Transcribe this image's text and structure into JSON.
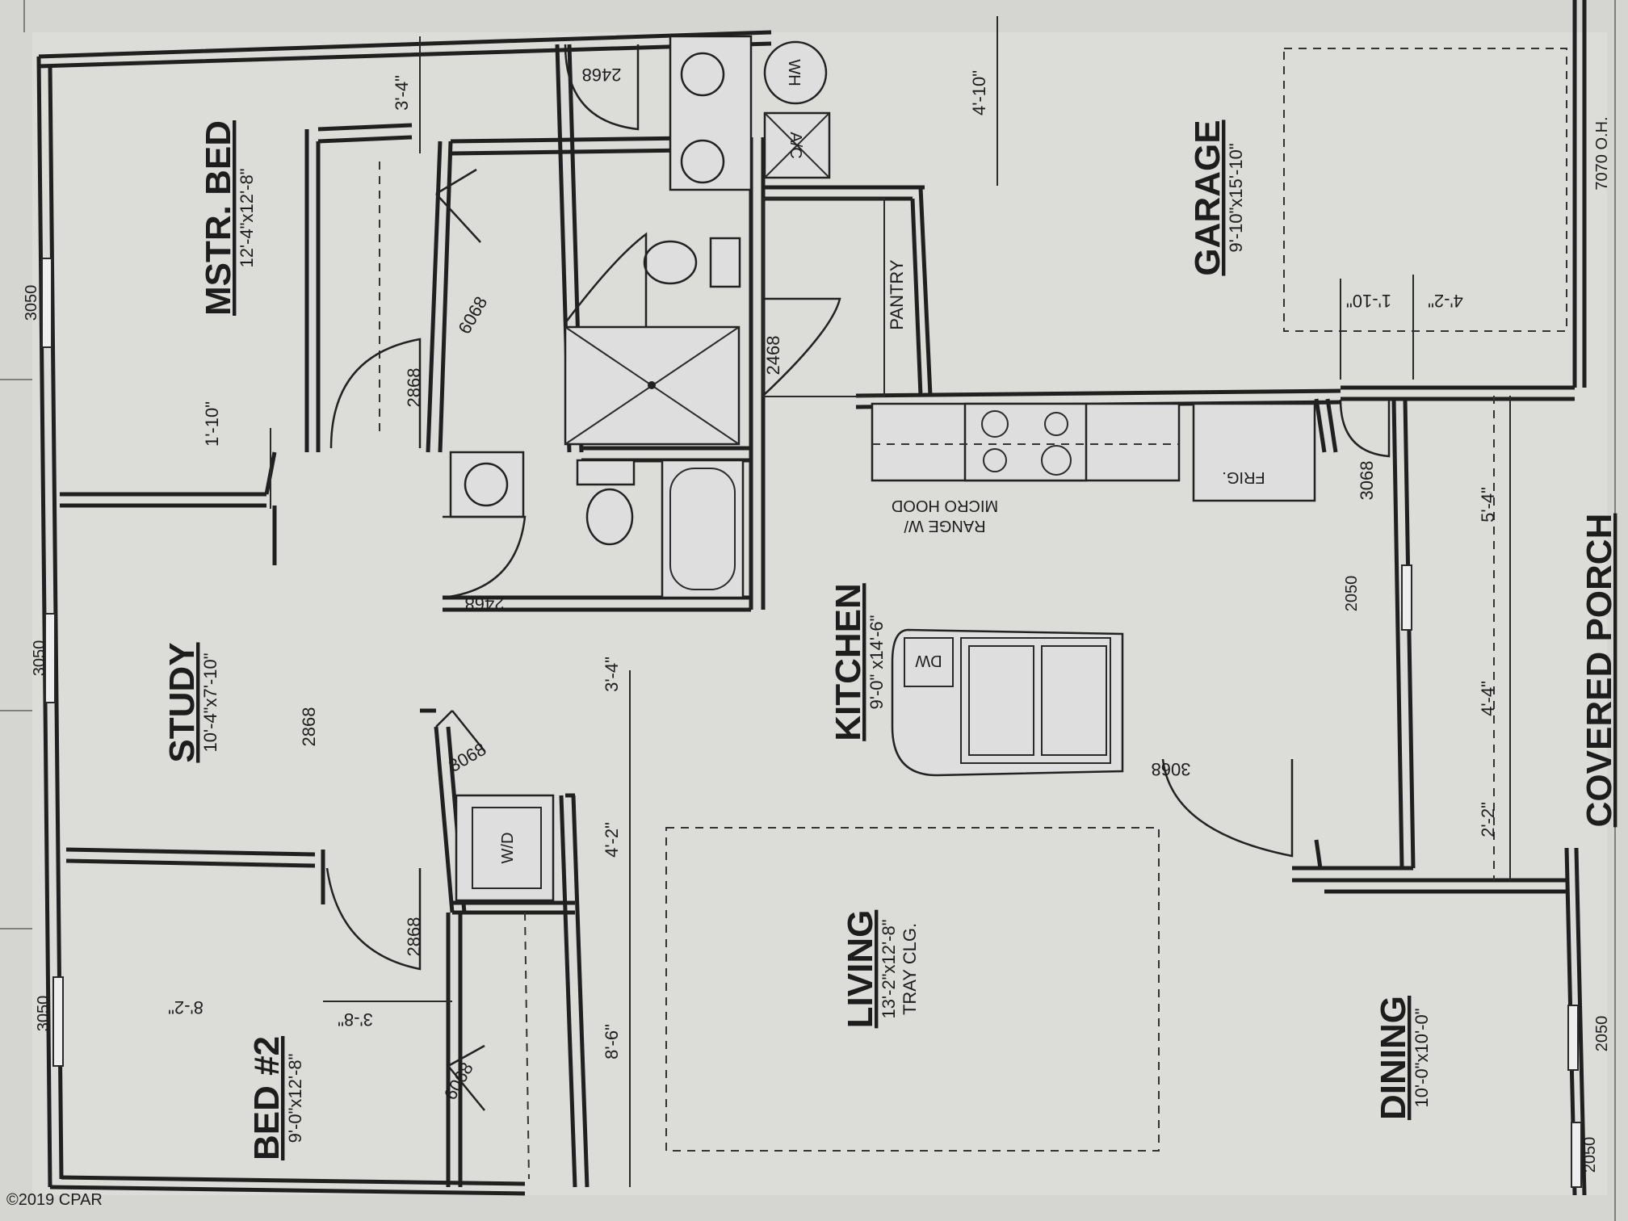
{
  "rooms": {
    "master_bed": {
      "name": "MSTR. BED",
      "dims": "12'-4\"x12'-8\""
    },
    "study": {
      "name": "STUDY",
      "dims": "10'-4\"x7'-10\""
    },
    "bed2": {
      "name": "BED #2",
      "dims": "9'-0\"x12'-8\""
    },
    "kitchen": {
      "name": "KITCHEN",
      "dims": "9'-0\" x14'-6\""
    },
    "living": {
      "name": "LIVING",
      "dims": "13'-2\"x12'-8\"",
      "note": "TRAY CLG."
    },
    "dining": {
      "name": "DINING",
      "dims": "10'-0\"x10'-0\""
    },
    "garage": {
      "name": "GARAGE",
      "dims": "9'-10\"x15'-10\""
    },
    "pantry": {
      "name": "PANTRY"
    },
    "porch": {
      "name": "COVERED PORCH"
    }
  },
  "fixtures": {
    "wh": "WH",
    "ac": "A/C",
    "wd": "W/D",
    "dw": "DW",
    "frig": "FRIG.",
    "range": "RANGE W/",
    "hood": "MICRO HOOD",
    "garage_door": "7070 O.H."
  },
  "door_tags": {
    "d2468_top": "2468",
    "d2468_bath": "2468",
    "d2468_pantry": "2468",
    "d6068_mstr": "6068",
    "d6068_bed2": "6068",
    "d2868_mstr": "2868",
    "d2868_study": "2868",
    "d2868_bed2": "2868",
    "d3068_laundry": "3068",
    "d3068_garage": "3068",
    "d3068_entry": "3068"
  },
  "window_tags": {
    "w_mstr": "3050",
    "w_study": "3050",
    "w_bed2": "3050",
    "w_kitchen": "2050",
    "w_dining1": "2050",
    "w_dining2": "2050"
  },
  "dims": {
    "d_3_4_top": "3'-4\"",
    "d_4_10": "4'-10\"",
    "d_1_10_mstr": "1'-10\"",
    "d_1_10_garage": "1'-10\"",
    "d_4_2_garage": "4'-2\"",
    "d_5_4": "5'-4\"",
    "d_4_4": "4'-4\"",
    "d_2_2": "2'-2\"",
    "d_3_4_mid": "3'-4\"",
    "d_4_2_mid": "4'-2\"",
    "d_8_6": "8'-6\"",
    "d_3_8": "3'-8\"",
    "d_8_2": "8'-2\""
  },
  "watermark": "©2019 CPAR"
}
